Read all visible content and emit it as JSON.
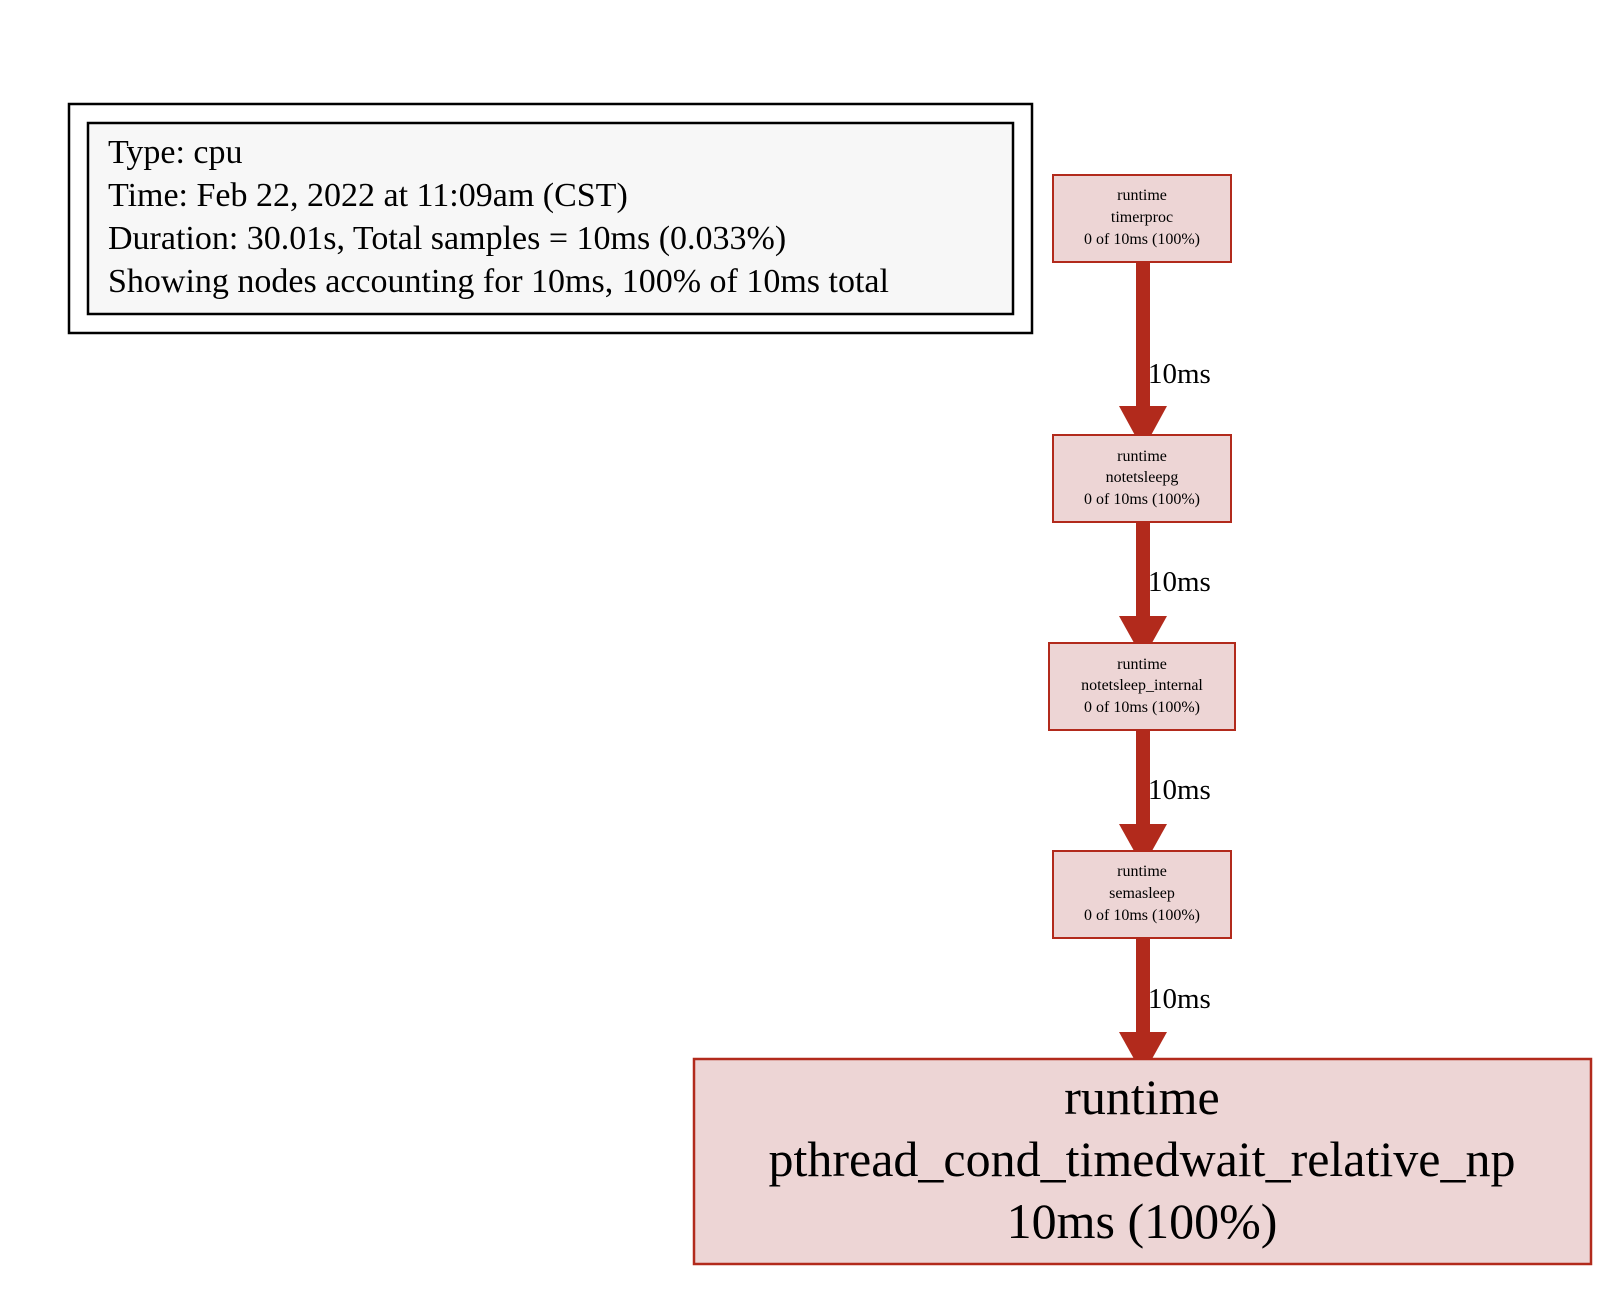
{
  "legend": {
    "lines": [
      "Type: cpu",
      "Time: Feb 22, 2022 at 11:09am (CST)",
      "Duration: 30.01s, Total samples = 10ms (0.033%)",
      "Showing nodes accounting for 10ms, 100% of 10ms total"
    ]
  },
  "nodes": [
    {
      "pkg": "runtime",
      "func": "timerproc",
      "stat": "0 of 10ms (100%)"
    },
    {
      "pkg": "runtime",
      "func": "notetsleepg",
      "stat": "0 of 10ms (100%)"
    },
    {
      "pkg": "runtime",
      "func": "notetsleep_internal",
      "stat": "0 of 10ms (100%)"
    },
    {
      "pkg": "runtime",
      "func": "semasleep",
      "stat": "0 of 10ms (100%)"
    },
    {
      "pkg": "runtime",
      "func": "pthread_cond_timedwait_relative_np",
      "stat": "10ms (100%)"
    }
  ],
  "edges": [
    {
      "from": 0,
      "to": 1,
      "label": "10ms"
    },
    {
      "from": 1,
      "to": 2,
      "label": "10ms"
    },
    {
      "from": 2,
      "to": 3,
      "label": "10ms"
    },
    {
      "from": 3,
      "to": 4,
      "label": "10ms"
    }
  ],
  "colors": {
    "node_fill": "#edd5d5",
    "node_stroke": "#b22a1c",
    "edge": "#b22a1c",
    "legend_fill": "#f7f7f7",
    "legend_stroke": "#000000"
  }
}
